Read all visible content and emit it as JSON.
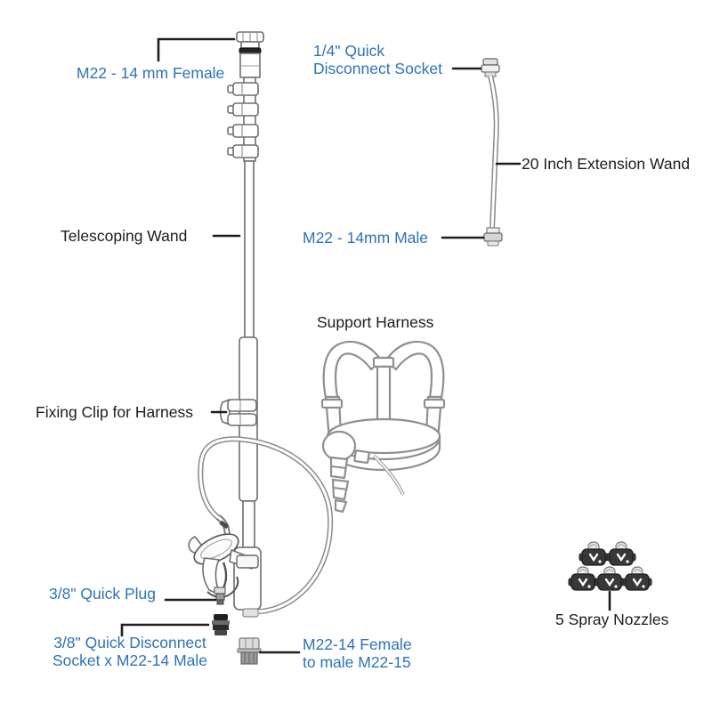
{
  "colors": {
    "label_blue": "#2e73b8",
    "label_black": "#1c1c1c",
    "leader_line": "#1e1e1e"
  },
  "labels": {
    "m22_female": "M22 - 14 mm Female",
    "quarter_qd_socket": "1/4\" Quick\nDisconnect Socket",
    "extension_wand": "20 Inch Extension Wand",
    "m22_male": "M22 - 14mm Male",
    "telescoping_wand": "Telescoping Wand",
    "support_harness": "Support Harness",
    "fixing_clip": "Fixing Clip for Harness",
    "quick_plug": "3/8\" Quick Plug",
    "qd_socket_m22": "3/8\" Quick Disconnect\nSocket x M22-14 Male",
    "m22_adapter": "M22-14 Female\nto male M22-15",
    "spray_nozzles": "5 Spray Nozzles"
  },
  "parts": {
    "telescoping_wand": "telescoping wand with flip-lock clamps",
    "extension_wand": "20 inch extension wand",
    "support_harness": "shoulder support harness",
    "fixing_clip": "harness fixing clip",
    "spray_gun": "trigger spray gun with hose",
    "quick_plug_fitting": "3/8 inch quick plug",
    "qd_socket_fitting": "3/8 quick disconnect socket x M22-14 male",
    "m22_adapter_fitting": "M22-14 female to male M22-15 adapter",
    "spray_nozzles": "5 spray nozzle tips"
  }
}
